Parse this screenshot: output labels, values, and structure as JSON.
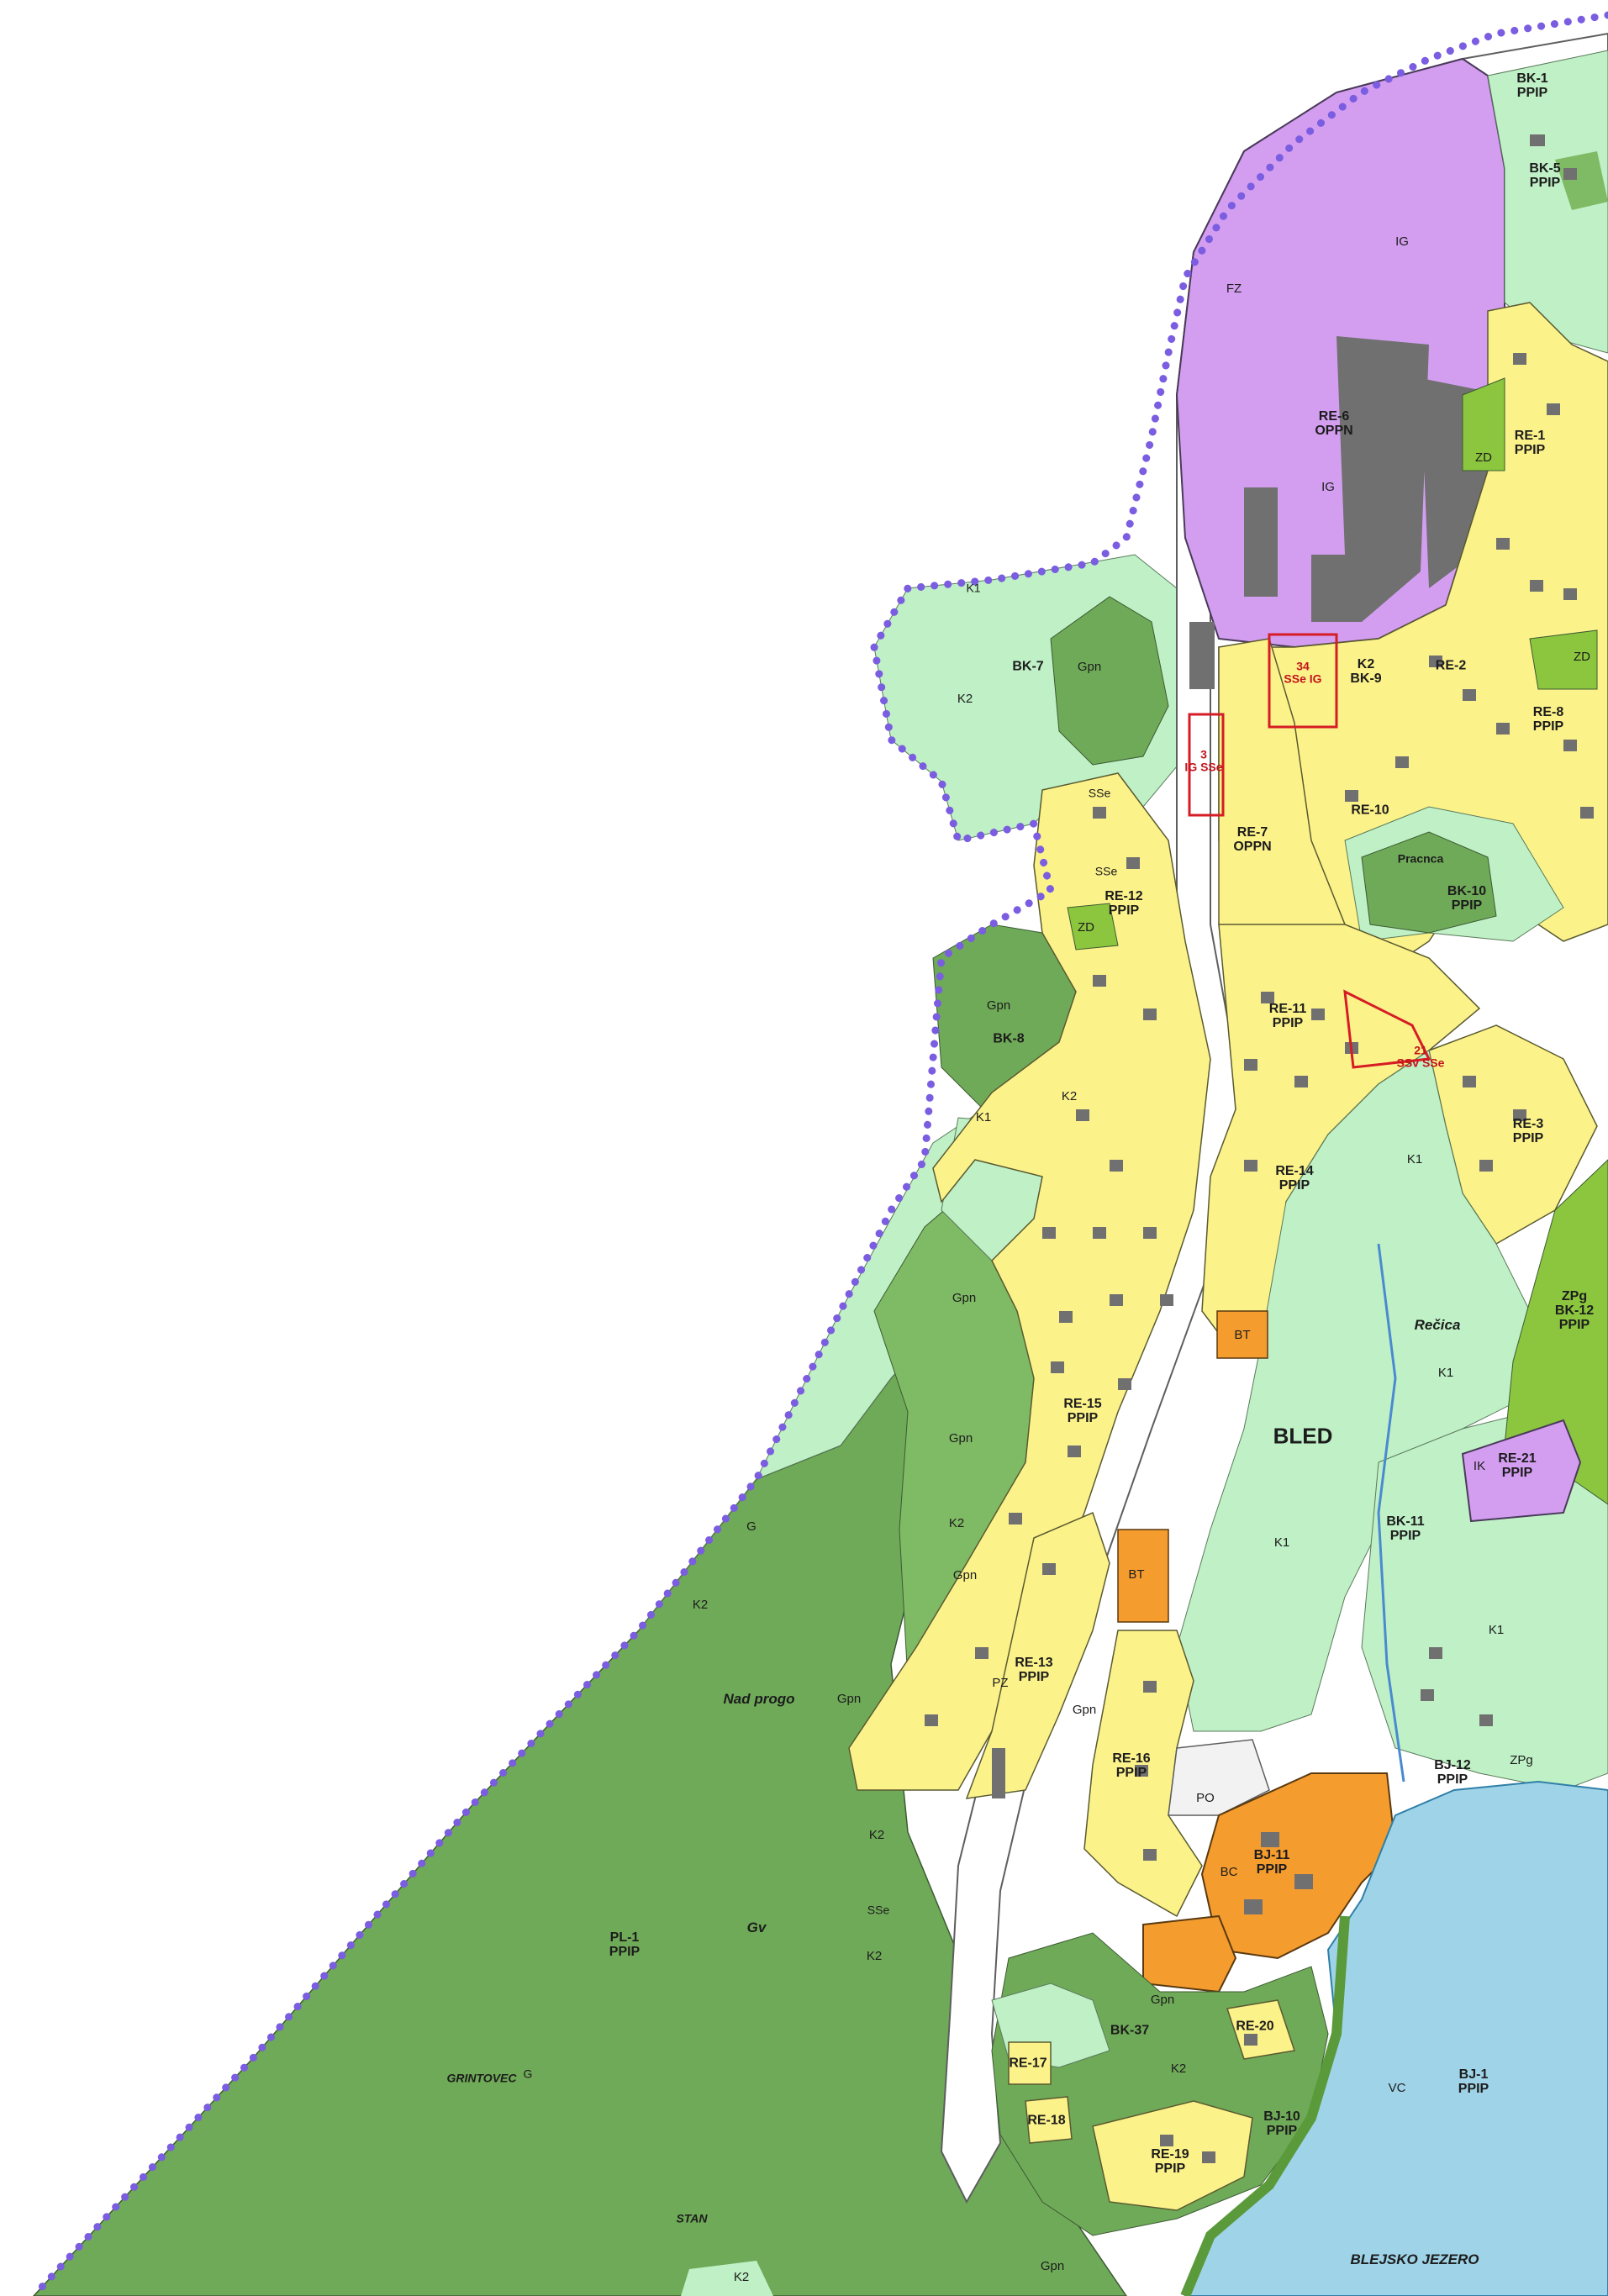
{
  "colors": {
    "forest_dark": "#6faa58",
    "forest_mid": "#7fba65",
    "agri_light": "#bff0c6",
    "residential": "#fcf28a",
    "industrial": "#d39ef0",
    "tourism": "#f59c2e",
    "lake": "#9fd3e8",
    "building": "#707070",
    "boundary": "#7a5de0",
    "infill_red": "#d61c24"
  },
  "labels": [
    {
      "id": "bk-1",
      "text": "BK-1\nPPIP"
    },
    {
      "id": "bk-5",
      "text": "BK-5\nPPIP"
    },
    {
      "id": "ig-top",
      "text": "IG"
    },
    {
      "id": "re-6",
      "text": "RE-6\nOPPN"
    },
    {
      "id": "ig-mid",
      "text": "IG"
    },
    {
      "id": "re-1",
      "text": "RE-1\nPPIP"
    },
    {
      "id": "zd-1",
      "text": "ZD"
    },
    {
      "id": "bk-7",
      "text": "BK-7"
    },
    {
      "id": "gpn-1",
      "text": "Gpn"
    },
    {
      "id": "k2-left",
      "text": "K2"
    },
    {
      "id": "k1-top",
      "text": "K1"
    },
    {
      "id": "fz",
      "text": "FZ"
    },
    {
      "id": "p34",
      "text": "34\nSSe IG"
    },
    {
      "id": "p3",
      "text": "3\nIG SSe"
    },
    {
      "id": "bk-9",
      "text": "K2\nBK-9"
    },
    {
      "id": "re-2",
      "text": "RE-2"
    },
    {
      "id": "re-8",
      "text": "RE-8\nPPIP"
    },
    {
      "id": "zd-2",
      "text": "ZD"
    },
    {
      "id": "re-7",
      "text": "RE-7\nOPPN"
    },
    {
      "id": "re-10",
      "text": "RE-10"
    },
    {
      "id": "pracnca",
      "text": "Pracnca"
    },
    {
      "id": "bk-10",
      "text": "BK-10\nPPIP"
    },
    {
      "id": "re-12",
      "text": "RE-12\nPPIP"
    },
    {
      "id": "zd-3",
      "text": "ZD"
    },
    {
      "id": "sse-1",
      "text": "SSe"
    },
    {
      "id": "sse-2",
      "text": "SSe"
    },
    {
      "id": "bk-8",
      "text": "BK-8"
    },
    {
      "id": "gpn-2",
      "text": "Gpn"
    },
    {
      "id": "re-11",
      "text": "RE-11\nPPIP"
    },
    {
      "id": "p21",
      "text": "21\nSSv SSe"
    },
    {
      "id": "re-3",
      "text": "RE-3\nPPIP"
    },
    {
      "id": "re-14",
      "text": "RE-14\nPPIP"
    },
    {
      "id": "k1-mid",
      "text": "K1"
    },
    {
      "id": "k1-bk8",
      "text": "K1"
    },
    {
      "id": "k2-bk8",
      "text": "K2"
    },
    {
      "id": "gpn-3",
      "text": "Gpn"
    },
    {
      "id": "bt-1",
      "text": "BT"
    },
    {
      "id": "recica",
      "text": "Rečica"
    },
    {
      "id": "k1-recica",
      "text": "K1"
    },
    {
      "id": "zpg-bk12",
      "text": "ZPg\nBK-12\nPPIP"
    },
    {
      "id": "re-15",
      "text": "RE-15\nPPIP"
    },
    {
      "id": "bled",
      "text": "BLED"
    },
    {
      "id": "re-21",
      "text": "RE-21\nPPIP"
    },
    {
      "id": "ik",
      "text": "IK"
    },
    {
      "id": "bk-11",
      "text": "BK-11\nPPIP"
    },
    {
      "id": "k1-bk11",
      "text": "K1"
    },
    {
      "id": "k1-east",
      "text": "K1"
    },
    {
      "id": "gpn-4",
      "text": "Gpn"
    },
    {
      "id": "k2-mid",
      "text": "K2"
    },
    {
      "id": "gpn-5",
      "text": "Gpn"
    },
    {
      "id": "g-1",
      "text": "G"
    },
    {
      "id": "k2-far",
      "text": "K2"
    },
    {
      "id": "bt-2",
      "text": "BT"
    },
    {
      "id": "re-13",
      "text": "RE-13\nPPIP"
    },
    {
      "id": "pz",
      "text": "PZ"
    },
    {
      "id": "nad-progo",
      "text": "Nad progo"
    },
    {
      "id": "gpn-6",
      "text": "Gpn"
    },
    {
      "id": "gpn-7",
      "text": "Gpn"
    },
    {
      "id": "re-16",
      "text": "RE-16\nPPIP"
    },
    {
      "id": "po",
      "text": "PO"
    },
    {
      "id": "bj-12",
      "text": "BJ-12\nPPIP"
    },
    {
      "id": "zpg-1",
      "text": "ZPg"
    },
    {
      "id": "bj-11",
      "text": "BJ-11\nPPIP"
    },
    {
      "id": "bc",
      "text": "BC"
    },
    {
      "id": "pl-1",
      "text": "PL-1\nPPIP"
    },
    {
      "id": "gv",
      "text": "Gv"
    },
    {
      "id": "grintovec",
      "text": "GRINTOVEC"
    },
    {
      "id": "g-2",
      "text": "G"
    },
    {
      "id": "gpn-8",
      "text": "Gpn"
    },
    {
      "id": "bk-37",
      "text": "BK-37"
    },
    {
      "id": "re-20",
      "text": "RE-20"
    },
    {
      "id": "re-17",
      "text": "RE-17"
    },
    {
      "id": "k2-bk37",
      "text": "K2"
    },
    {
      "id": "re-18",
      "text": "RE-18"
    },
    {
      "id": "bj-10",
      "text": "BJ-10\nPPIP"
    },
    {
      "id": "re-19",
      "text": "RE-19\nPPIP"
    },
    {
      "id": "vc",
      "text": "VC"
    },
    {
      "id": "bj-1",
      "text": "BJ-1\nPPIP"
    },
    {
      "id": "gpn-9",
      "text": "Gpn"
    },
    {
      "id": "blejsko",
      "text": "BLEJSKO JEZERO"
    },
    {
      "id": "stan",
      "text": "STAN"
    },
    {
      "id": "k2-bottom",
      "text": "K2"
    },
    {
      "id": "sse-3",
      "text": "SSe"
    },
    {
      "id": "k2-sse3",
      "text": "K2"
    },
    {
      "id": "k2-west",
      "text": "K2"
    }
  ]
}
